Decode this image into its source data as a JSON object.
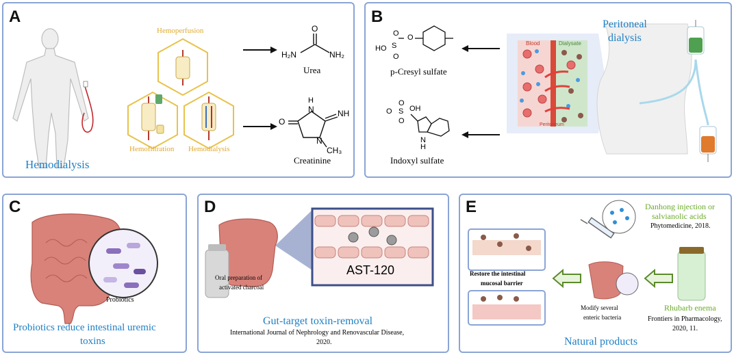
{
  "panels": {
    "a": {
      "label": "A",
      "title": "Hemodialysis",
      "hex_labels": [
        "Hemoperfusion",
        "Hemofiltration",
        "Hemodialysis"
      ],
      "molecules": [
        "Urea",
        "Creatinine"
      ],
      "atoms": {
        "o": "O",
        "h2n": "H₂N",
        "nh2": "NH₂",
        "h": "H",
        "n": "N",
        "o2": "O",
        "nh": "NH",
        "n2": "N",
        "ch3": "CH₃"
      }
    },
    "b": {
      "label": "B",
      "title_line1": "Peritoneal",
      "title_line2": "dialysis",
      "molecules": [
        "p-Cresyl sulfate",
        "Indoxyl sulfate"
      ],
      "membrane_labels": {
        "blood": "Blood",
        "dialysate": "Dialysate",
        "peritoneum": "Peritoneum"
      },
      "atoms": {
        "o": "O",
        "s": "S",
        "ho": "HO",
        "o2": "O",
        "o3": "O",
        "oh": "OH",
        "s2": "S",
        "o4": "O",
        "o5": "O",
        "nh": "N",
        "h": "H",
        "o6": "O"
      }
    },
    "c": {
      "label": "C",
      "probiotics": "Probiotics",
      "caption_line1": "Probiotics reduce intestinal uremic",
      "caption_line2": "toxins"
    },
    "d": {
      "label": "D",
      "drug": "AST-120",
      "oral_line1": "Oral preparation of",
      "oral_line2": "activated charcoal",
      "title": "Gut-target toxin-removal",
      "citation_line1": "International Journal of Nephrology and Renovascular Disease,",
      "citation_line2": "2020."
    },
    "e": {
      "label": "E",
      "restore_line1": "Restore the intestinal",
      "restore_line2": "mucosal barrier",
      "modify_line1": "Modify several",
      "modify_line2": "enteric bacteria",
      "danhong_line1": "Danhong injection or",
      "danhong_line2": "salvianolic acids",
      "danhong_ref": "Phytomedicine, 2018.",
      "rhubarb": "Rhubarb enema",
      "rhubarb_ref_line1": "Frontiers in Pharmacology,",
      "rhubarb_ref_line2": "2020, 11.",
      "title": "Natural products"
    }
  },
  "colors": {
    "panel_border": "#8aa4d6",
    "title_blue": "#1f7fc4",
    "hex_gold": "#e8c24a",
    "green_text": "#6aaa2a",
    "intestine": "#d9827a",
    "blood_red": "#d84a3a",
    "dialysate_green": "#8fc48a"
  }
}
